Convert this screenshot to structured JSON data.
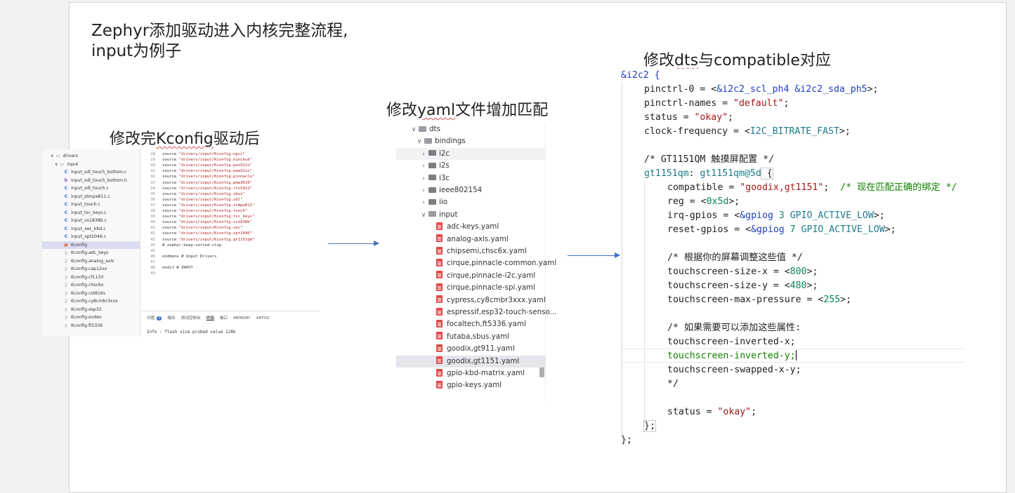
{
  "slide": {
    "title_line1": "Zephyr添加驱动进入内核完整流程,",
    "title_line2": "input为例子",
    "step1_label_pre": "修改完",
    "step1_label_word": "Kconfig",
    "step1_label_post": "驱动后",
    "step2_label_pre": "修改",
    "step2_label_word": "yaml",
    "step2_label_post": "文件增加匹配",
    "step3_label_pre": "修改",
    "step3_label_word": "dts",
    "step3_label_post": "与compatible对应"
  },
  "vscode": {
    "tree": [
      {
        "icon": "folder",
        "label": "drivers",
        "indent": 1,
        "chev": "∨"
      },
      {
        "icon": "folder",
        "label": "input",
        "indent": 2,
        "chev": "∨"
      },
      {
        "icon": "c",
        "label": "input_sdl_touch_bottom.c"
      },
      {
        "icon": "h",
        "label": "input_sdl_touch_bottom.h"
      },
      {
        "icon": "c",
        "label": "input_sdl_touch.c"
      },
      {
        "icon": "c",
        "label": "input_stmpe811.c"
      },
      {
        "icon": "c",
        "label": "input_touch.c"
      },
      {
        "icon": "c",
        "label": "input_tsc_keys.c"
      },
      {
        "icon": "c",
        "label": "input_vs1838b.c"
      },
      {
        "icon": "c",
        "label": "input_xec_kbd.c"
      },
      {
        "icon": "c",
        "label": "input_xpt2046.c"
      },
      {
        "icon": "kc",
        "label": "Kconfig",
        "selected": true
      },
      {
        "icon": "k",
        "label": "Kconfig.adc_keys"
      },
      {
        "icon": "k",
        "label": "Kconfig.analog_axis"
      },
      {
        "icon": "k",
        "label": "Kconfig.cap12xx"
      },
      {
        "icon": "k",
        "label": "Kconfig.cf1133"
      },
      {
        "icon": "k",
        "label": "Kconfig.chsc6x"
      },
      {
        "icon": "k",
        "label": "Kconfig.cst816s"
      },
      {
        "icon": "k",
        "label": "Kconfig.cy8cmbr3xxx"
      },
      {
        "icon": "k",
        "label": "Kconfig.esp32"
      },
      {
        "icon": "k",
        "label": "Kconfig.evdev"
      },
      {
        "icon": "k",
        "label": "Kconfig.ft5336"
      }
    ],
    "code_lines": [
      {
        "n": "28",
        "kw": "source ",
        "s": "\"drivers/input/Kconfig.npcx\""
      },
      {
        "n": "29",
        "kw": "source ",
        "s": "\"drivers/input/Kconfig.nunchuk\""
      },
      {
        "n": "30",
        "kw": "source ",
        "s": "\"drivers/input/Kconfig.pat912x\""
      },
      {
        "n": "31",
        "kw": "source ",
        "s": "\"drivers/input/Kconfig.paw32xx\""
      },
      {
        "n": "32",
        "kw": "source ",
        "s": "\"drivers/input/Kconfig.pinnacle\""
      },
      {
        "n": "33",
        "kw": "source ",
        "s": "\"drivers/input/Kconfig.pmw3610\""
      },
      {
        "n": "34",
        "kw": "source ",
        "s": "\"drivers/input/Kconfig.rts5912\""
      },
      {
        "n": "35",
        "kw": "source ",
        "s": "\"drivers/input/Kconfig.sbus\""
      },
      {
        "n": "36",
        "kw": "source ",
        "s": "\"drivers/input/Kconfig.sdl\""
      },
      {
        "n": "37",
        "kw": "source ",
        "s": "\"drivers/input/Kconfig.stmpe811\""
      },
      {
        "n": "38",
        "kw": "source ",
        "s": "\"drivers/input/Kconfig.touch\""
      },
      {
        "n": "39",
        "kw": "source ",
        "s": "\"drivers/input/Kconfig.tsc_keys\""
      },
      {
        "n": "40",
        "kw": "source ",
        "s": "\"drivers/input/Kconfig.vs1838b\""
      },
      {
        "n": "41",
        "kw": "source ",
        "s": "\"drivers/input/Kconfig.xec\""
      },
      {
        "n": "42",
        "kw": "source ",
        "s": "\"drivers/input/Kconfig.xpt2046\""
      },
      {
        "n": "43",
        "kw": "source ",
        "s": "\"drivers/input/Kconfig.gt1151qm\""
      },
      {
        "n": "44",
        "kw": "# zephyr-keep-sorted-stop",
        "s": ""
      },
      {
        "n": "45",
        "kw": "",
        "s": ""
      },
      {
        "n": "46",
        "kw": "endmenu # Input Drivers",
        "s": ""
      },
      {
        "n": "47",
        "kw": "",
        "s": ""
      },
      {
        "n": "48",
        "kw": "endif # INPUT",
        "s": ""
      },
      {
        "n": "49",
        "kw": "",
        "s": ""
      }
    ],
    "panel_tabs": [
      "问题",
      "输出",
      "调试控制台",
      "终端",
      "端口",
      "MEMORY",
      "XRTOS"
    ],
    "problems_count": "1",
    "terminal_output": "Info : flash size probed value 128k"
  },
  "tree2": {
    "rows": [
      {
        "type": "folder",
        "open": true,
        "chev": "∨",
        "label": "dts",
        "level": 1
      },
      {
        "type": "folder",
        "open": true,
        "chev": "∨",
        "label": "bindings",
        "level": 2
      },
      {
        "type": "folder",
        "open": false,
        "chev": "›",
        "label": "i2c",
        "level": 3,
        "selected_soft": true
      },
      {
        "type": "folder",
        "open": false,
        "chev": "›",
        "label": "i2s",
        "level": 3
      },
      {
        "type": "folder",
        "open": false,
        "chev": "›",
        "label": "i3c",
        "level": 3
      },
      {
        "type": "folder",
        "open": false,
        "chev": "›",
        "label": "ieee802154",
        "level": 3
      },
      {
        "type": "folder",
        "open": false,
        "chev": "›",
        "label": "iio",
        "level": 3
      },
      {
        "type": "folder",
        "open": true,
        "chev": "∨",
        "label": "input",
        "level": 3
      },
      {
        "type": "yaml",
        "label": "adc-keys.yaml"
      },
      {
        "type": "yaml",
        "label": "analog-axis.yaml"
      },
      {
        "type": "yaml",
        "label": "chipsemi,chsc6x.yaml"
      },
      {
        "type": "yaml",
        "label": "cirque,pinnacle-common.yaml"
      },
      {
        "type": "yaml",
        "label": "cirque,pinnacle-i2c.yaml"
      },
      {
        "type": "yaml",
        "label": "cirque,pinnacle-spi.yaml"
      },
      {
        "type": "yaml",
        "label": "cypress,cy8cmbr3xxx.yaml"
      },
      {
        "type": "yaml",
        "label": "espressif,esp32-touch-senso..."
      },
      {
        "type": "yaml",
        "label": "focaltech,ft5336.yaml"
      },
      {
        "type": "yaml",
        "label": "futaba,sbus.yaml"
      },
      {
        "type": "yaml",
        "label": "goodix,gt911.yaml"
      },
      {
        "type": "yaml",
        "label": "goodix,gt1151.yaml",
        "selected": true
      },
      {
        "type": "yaml",
        "label": "gpio-kbd-matrix.yaml"
      },
      {
        "type": "yaml",
        "label": "gpio-keys.yaml"
      }
    ]
  },
  "dts": {
    "l01": "&i2c2 {",
    "l02a": "pinctrl-0 = <",
    "l02b": "&i2c2_scl_ph4 &i2c2_sda_ph5",
    "l02c": ">;",
    "l03a": "pinctrl-names = ",
    "l03b": "\"default\"",
    "l03c": ";",
    "l04a": "status = ",
    "l04b": "\"okay\"",
    "l04c": ";",
    "l05a": "clock-frequency = <",
    "l05b": "I2C_BITRATE_FAST",
    "l05c": ">;",
    "l07": "/* GT1151QM 触摸屏配置 */",
    "l08a": "gt1151qm",
    "l08b": ": ",
    "l08c": "gt1151qm@5d",
    "l08d": " {",
    "l09a": "compatible = ",
    "l09b": "\"goodix,gt1151\"",
    "l09c": ";  ",
    "l09d": "/* 现在匹配正确的绑定 */",
    "l10a": "reg = <",
    "l10b": "0x5d",
    "l10c": ">;",
    "l11a": "irq-gpios = <",
    "l11b": "&gpiog",
    "l11c": " 3 ",
    "l11d": "GPIO_ACTIVE_LOW",
    "l11e": ">;",
    "l12a": "reset-gpios = <",
    "l12b": "&gpiog",
    "l12c": " 7 ",
    "l12d": "GPIO_ACTIVE_LOW",
    "l12e": ">;",
    "l14": "/* 根据你的屏幕调整这些值 */",
    "l15a": "touchscreen-size-x = <",
    "l15b": "800",
    "l15c": ">;",
    "l16a": "touchscreen-size-y = <",
    "l16b": "480",
    "l16c": ">;",
    "l17a": "touchscreen-max-pressure = <",
    "l17b": "255",
    "l17c": ">;",
    "l19": "/* 如果需要可以添加这些属性:",
    "l20": "touchscreen-inverted-x;",
    "l21": "touchscreen-inverted-y;",
    "l22": "touchscreen-swapped-x-y;",
    "l23": "*/",
    "l25a": "status = ",
    "l25b": "\"okay\"",
    "l25c": ";",
    "l26": "};",
    "l27": "};"
  }
}
